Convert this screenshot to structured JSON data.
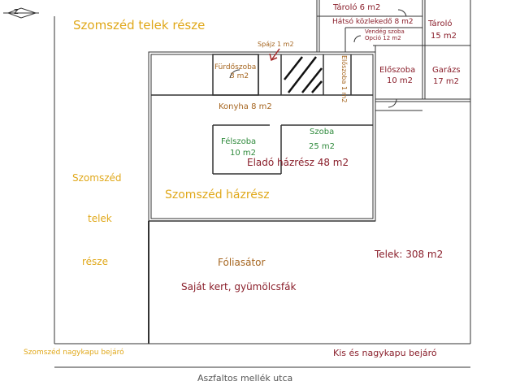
{
  "compass_letter": "z",
  "areas": {
    "neighbor_plot_top": "Szomszéd telek  része",
    "pantry": "Spájz 1 m2",
    "storage_small": "Tároló 6 m2",
    "back_corridor": "Hátsó közlekedő 8 m2",
    "guest_room_line1": "Vendég szoba",
    "guest_room_line2": "Opció 12 m2",
    "storage_right_line1": "Tároló",
    "storage_right_line2": "15 m2",
    "bathroom_line1": "Fürdőszoba",
    "bathroom_line2": "3 m2",
    "small_hall": "Előszoba 1 m2",
    "hall_line1": "Előszoba",
    "hall_line2": "10 m2",
    "garage_line1": "Garázs",
    "garage_line2": "17 m2",
    "kitchen": "Konyha 8 m2",
    "half_room_line1": "Félszoba",
    "half_room_line2": "10 m2",
    "room_line1": "Szoba",
    "room_line2": "25 m2",
    "for_sale_part": "Eladó házrész 48 m2",
    "neighbor_house_part": "Szomszéd házrész",
    "neighbor_plot_left_1": "Szomszéd",
    "neighbor_plot_left_2": "telek",
    "neighbor_plot_left_3": "része",
    "foil_tent": "Fóliasátor",
    "plot_size": "Telek: 308 m2",
    "own_garden": "Saját kert, gyümölcsfák",
    "neighbor_gate": "Szomszéd nagykapu bejáró",
    "gates": "Kis és nagykapu bejáró",
    "street": "Aszfaltos mellék utca"
  },
  "colors": {
    "walls": "#333333",
    "hatch": "#111111",
    "gold_labels": "#e0a81a",
    "brown_labels": "#a5651f",
    "green_labels": "#2f8a3c",
    "highlight_label": "#8a1f2b"
  }
}
